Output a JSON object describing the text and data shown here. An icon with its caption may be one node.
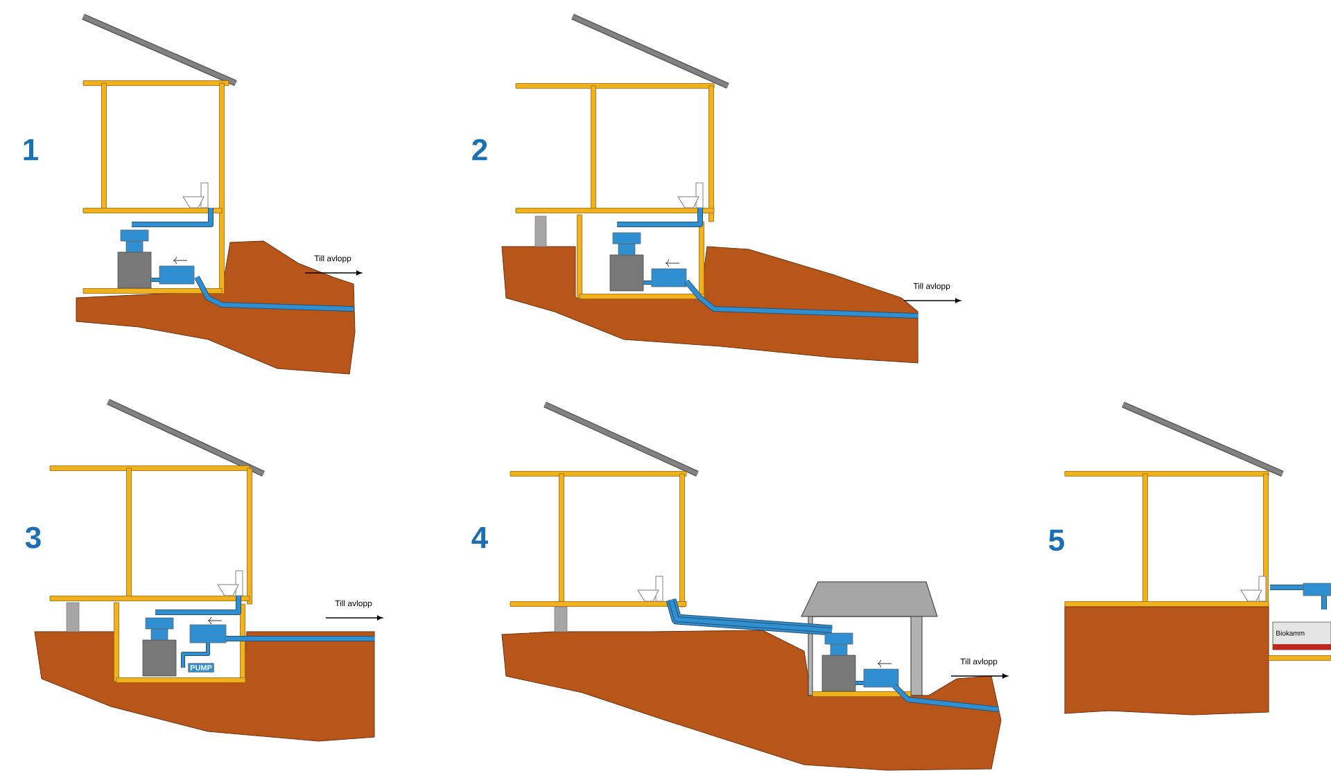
{
  "diagram": {
    "labels": [
      "1",
      "Till avlopp",
      "2",
      "Till avlopp",
      "3",
      "PUMP",
      "Till avlopp",
      "4",
      "Till avlopp",
      "5",
      "Biokamm"
    ]
  }
}
